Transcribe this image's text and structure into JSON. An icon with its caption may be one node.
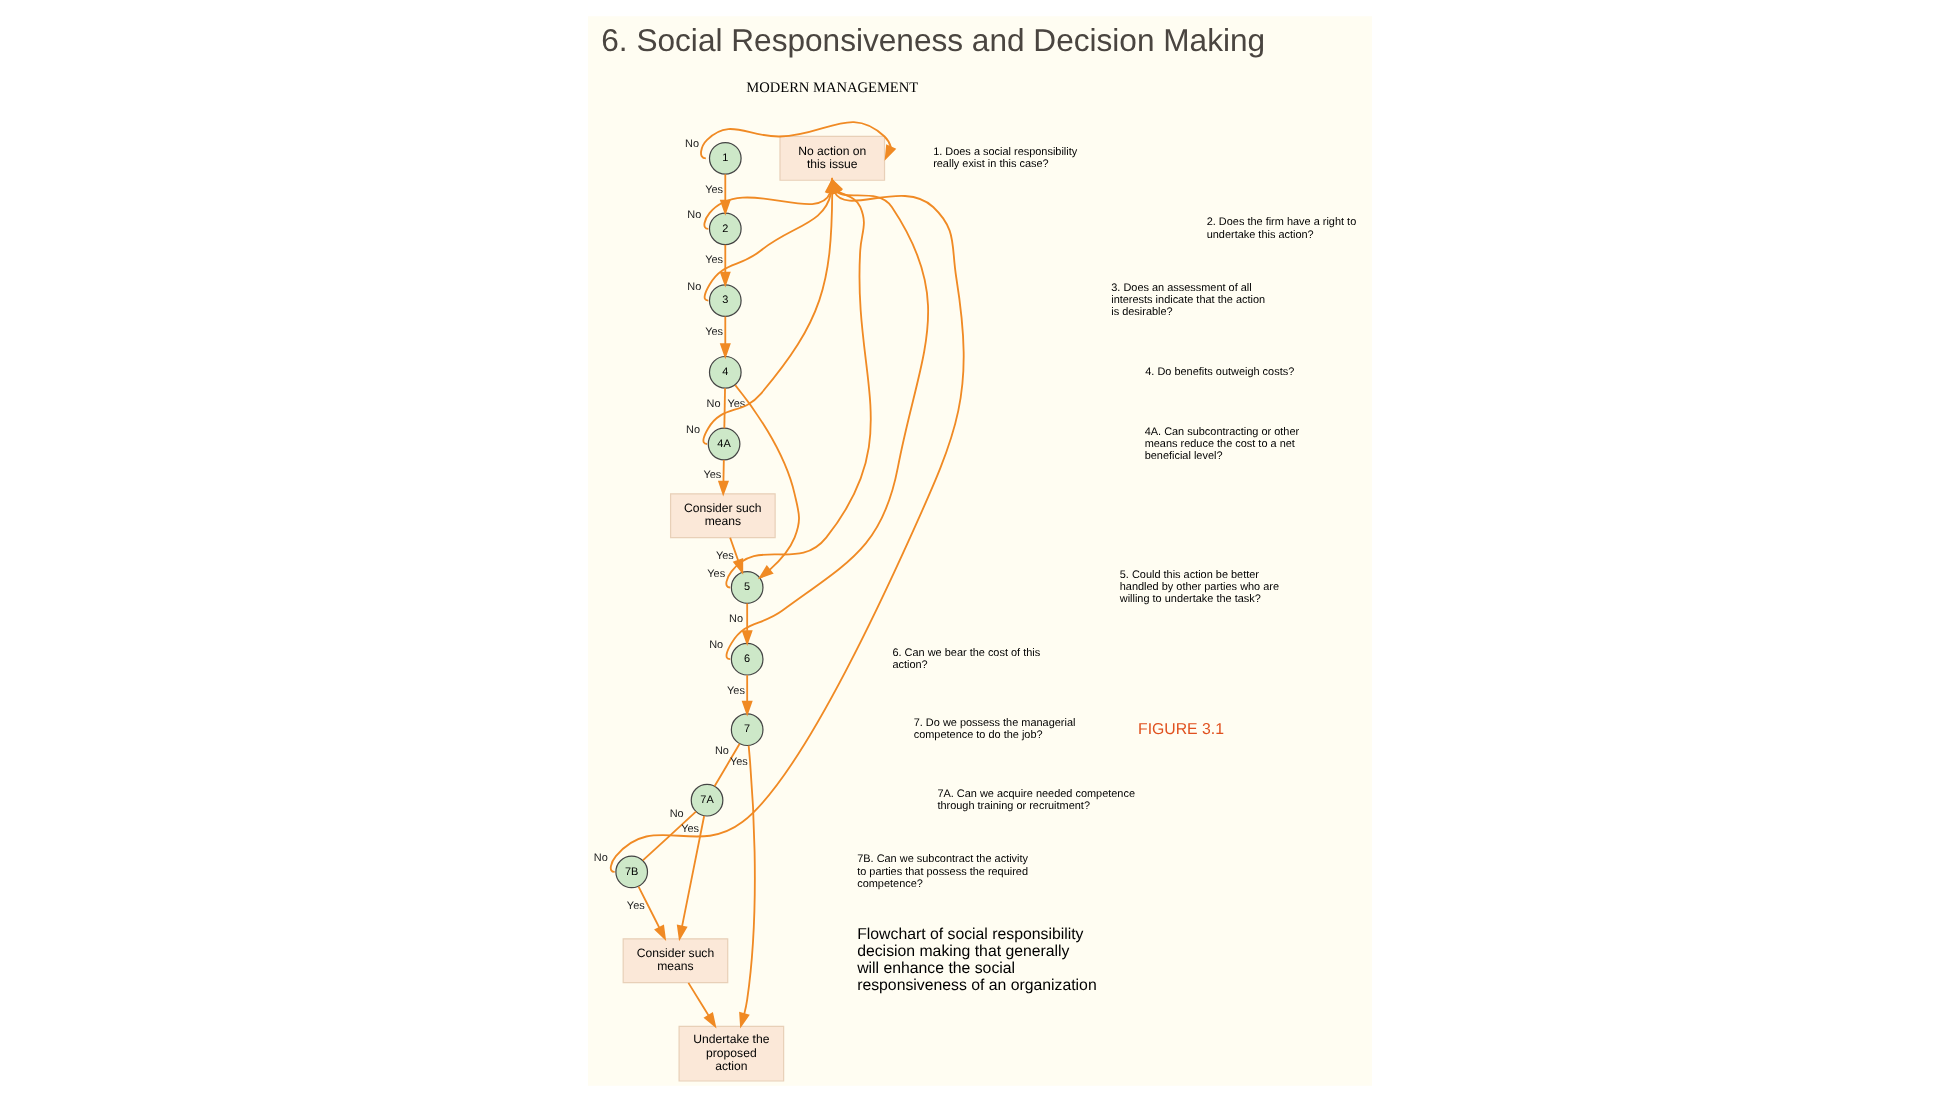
{
  "diagram": {
    "title": "6. Social Responsiveness and Decision Making",
    "nodes": [
      {
        "text": [
          "No action on this issue"
        ]
      },
      {
        "text": [
          "1"
        ]
      },
      {
        "text": [
          "2"
        ]
      },
      {
        "text": [
          "3"
        ]
      },
      {
        "text": [
          "4"
        ]
      },
      {
        "text": [
          "4A"
        ]
      },
      {
        "text": [
          "Consider such means"
        ]
      },
      {
        "text": [
          "5"
        ]
      },
      {
        "text": [
          "6"
        ]
      },
      {
        "text": [
          "7"
        ]
      },
      {
        "text": [
          "7A"
        ]
      },
      {
        "text": [
          "7B"
        ]
      },
      {
        "text": [
          "Consider such means"
        ]
      },
      {
        "text": [
          "Undertake the proposed action"
        ]
      }
    ],
    "edges": [
      {
        "from": 1,
        "to": 0,
        "arrow": "to",
        "label": "No"
      },
      {
        "from": 1,
        "to": 2,
        "arrow": "to",
        "label": "Yes"
      },
      {
        "from": 2,
        "to": 0,
        "arrow": "to",
        "label": "No"
      },
      {
        "from": 2,
        "to": 3,
        "arrow": "to",
        "label": "Yes"
      },
      {
        "from": 3,
        "to": 0,
        "arrow": "to",
        "label": "No"
      },
      {
        "from": 3,
        "to": 4,
        "arrow": "to",
        "label": "Yes"
      },
      {
        "from": 4,
        "to": 5,
        "arrow": "none",
        "label": "No"
      },
      {
        "from": 5,
        "to": 0,
        "arrow": "to",
        "label": "No"
      },
      {
        "from": 5,
        "to": 6,
        "arrow": "to",
        "label": "Yes"
      },
      {
        "from": 4,
        "to": 7,
        "arrow": "to",
        "label": "Yes"
      },
      {
        "from": 6,
        "to": 7,
        "arrow": "to",
        "label": "Yes"
      },
      {
        "from": 7,
        "to": 0,
        "arrow": "to",
        "label": "Yes"
      },
      {
        "from": 7,
        "to": 8,
        "arrow": "to",
        "label": "No"
      },
      {
        "from": 8,
        "to": 0,
        "arrow": "to",
        "label": "No"
      },
      {
        "from": 8,
        "to": 9,
        "arrow": "to",
        "label": "Yes"
      },
      {
        "from": 9,
        "to": 10,
        "arrow": "none",
        "label": "No"
      },
      {
        "from": 10,
        "to": 11,
        "arrow": "none",
        "label": "No"
      },
      {
        "from": 11,
        "to": 0,
        "arrow": "to",
        "label": "No"
      },
      {
        "from": 10,
        "to": 12,
        "arrow": "to",
        "label": "Yes"
      },
      {
        "from": 11,
        "to": 12,
        "arrow": "to",
        "label": "Yes"
      },
      {
        "from": 12,
        "to": 13,
        "arrow": "to"
      },
      {
        "from": 9,
        "to": 13,
        "arrow": "to",
        "label": "Yes"
      }
    ],
    "labels": [
      "MODERN MANAGEMENT",
      "1. Does a social responsibility really exist in this case?",
      "2. Does the firm have a right to undertake this action?",
      "3. Does an assessment of all interests indicate that the action is desirable?",
      "4. Do benefits outweigh costs?",
      "4A. Can subcontracting or other means reduce the cost to a net beneficial level?",
      "5. Could this action be better handled by other parties who are willing to undertake the task?",
      "6. Can we bear the cost of this action?",
      "7. Do we possess the managerial competence to do the job?",
      "7A. Can we acquire needed competence through training or recruitment?",
      "7B. Can we subcontract the activity to parties that possess the required competence?",
      "FIGURE 3.1",
      "Flowchart of social responsibility decision making that generally will enhance the social responsiveness of an organization"
    ]
  }
}
